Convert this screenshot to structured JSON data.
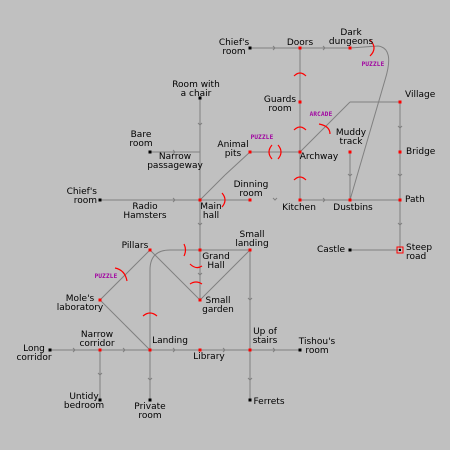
{
  "colors": {
    "background": "#c0c0c0",
    "line": "#808080",
    "room": "#ff0000",
    "terminal": "#000000",
    "door": "#ff0000",
    "tag": "#a000a0"
  },
  "rooms": {
    "chiefs_room_top": "Chief's\nroom",
    "doors": "Doors",
    "dark_dungeons": "Dark\ndungeons",
    "room_with_chair": "Room with\na chair",
    "guards_room": "Guards\nroom",
    "village": "Village",
    "bare_room": "Bare\nroom",
    "narrow_passageway": "Narrow\npassageway",
    "animal_pits": "Animal\npits",
    "muddy_track": "Muddy\ntrack",
    "archway": "Archway",
    "bridge": "Bridge",
    "dinning_room": "Dinning\nroom",
    "chiefs_room_left": "Chief's\nroom",
    "radio_hamsters": "Radio\nHamsters",
    "main_hall": "Main\nhall",
    "kitchen": "Kitchen",
    "dustbins": "Dustbins",
    "path": "Path",
    "small_landing": "Small\nlanding",
    "castle": "Castle",
    "steep_road": "Steep\nroad",
    "pillars": "Pillars",
    "grand_hall": "Grand\nHall",
    "moles_laboratory": "Mole's\nlaboratory",
    "small_garden": "Small\ngarden",
    "narrow_corridor": "Narrow\ncorridor",
    "landing": "Landing",
    "up_of_stairs": "Up of\nstairs",
    "tishous_room": "Tishou's\nroom",
    "long_corridor": "Long\ncorridor",
    "library": "Library",
    "untidy_bedroom": "Untidy\nbedroom",
    "private_room": "Private\nroom",
    "ferrets": "Ferrets"
  },
  "tags": {
    "puzzle_dungeons": "PUZZLE",
    "puzzle_pits": "PUZZLE",
    "puzzle_moles": "PUZZLE",
    "arcade": "ARCADE"
  }
}
